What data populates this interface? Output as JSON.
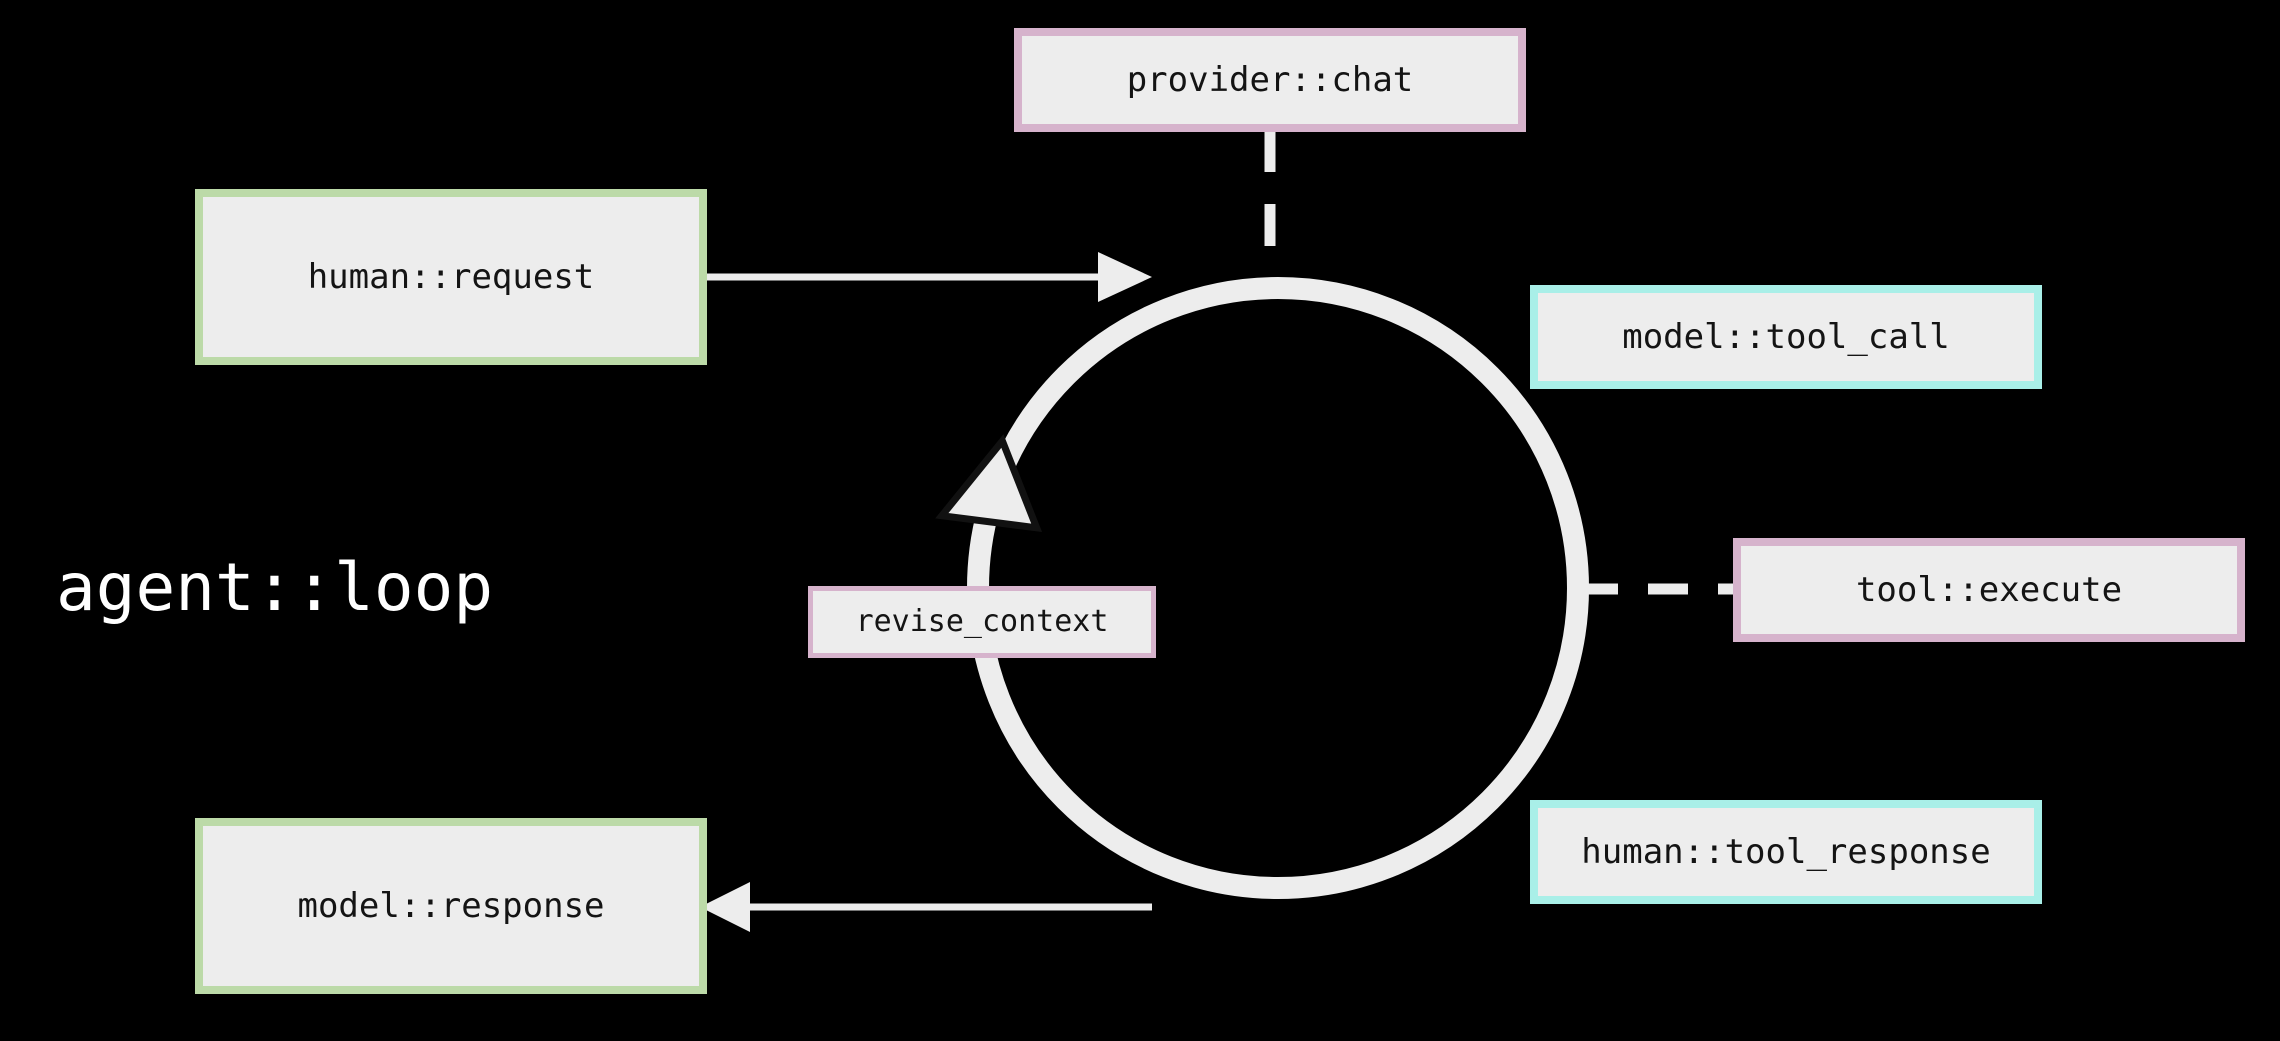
{
  "diagram": {
    "title_label": "agent::loop",
    "background_color": "#000000",
    "node_fill": "#ededed",
    "edge_color": "#ededed",
    "colors": {
      "green_border": "#bcdaa8",
      "cyan_border": "#a9efe8",
      "pink_border": "#d6b3cc",
      "text": "#141414",
      "title_text": "#ffffff"
    },
    "nodes": [
      {
        "id": "provider_chat",
        "label": "provider::chat",
        "accent": "pink"
      },
      {
        "id": "human_request",
        "label": "human::request",
        "accent": "green"
      },
      {
        "id": "model_tool_call",
        "label": "model::tool_call",
        "accent": "cyan"
      },
      {
        "id": "tool_execute",
        "label": "tool::execute",
        "accent": "pink"
      },
      {
        "id": "revise_context",
        "label": "revise_context",
        "accent": "pink"
      },
      {
        "id": "model_response",
        "label": "model::response",
        "accent": "green"
      },
      {
        "id": "human_tool_response",
        "label": "human::tool_response",
        "accent": "cyan"
      }
    ],
    "edges": [
      {
        "id": "request_to_loop",
        "from": "human_request",
        "to": "agent_loop",
        "style": "solid",
        "arrow": "end"
      },
      {
        "id": "loop_to_response",
        "from": "agent_loop",
        "to": "model_response",
        "style": "solid",
        "arrow": "end"
      },
      {
        "id": "chat_to_loop",
        "from": "provider_chat",
        "to": "agent_loop",
        "style": "dashed",
        "arrow": "none"
      },
      {
        "id": "loop_to_tool",
        "from": "agent_loop",
        "to": "tool_execute",
        "style": "dashed",
        "arrow": "none"
      },
      {
        "id": "loop_cycle",
        "from": "agent_loop",
        "to": "agent_loop",
        "style": "circle",
        "arrow": "ccw"
      }
    ]
  }
}
